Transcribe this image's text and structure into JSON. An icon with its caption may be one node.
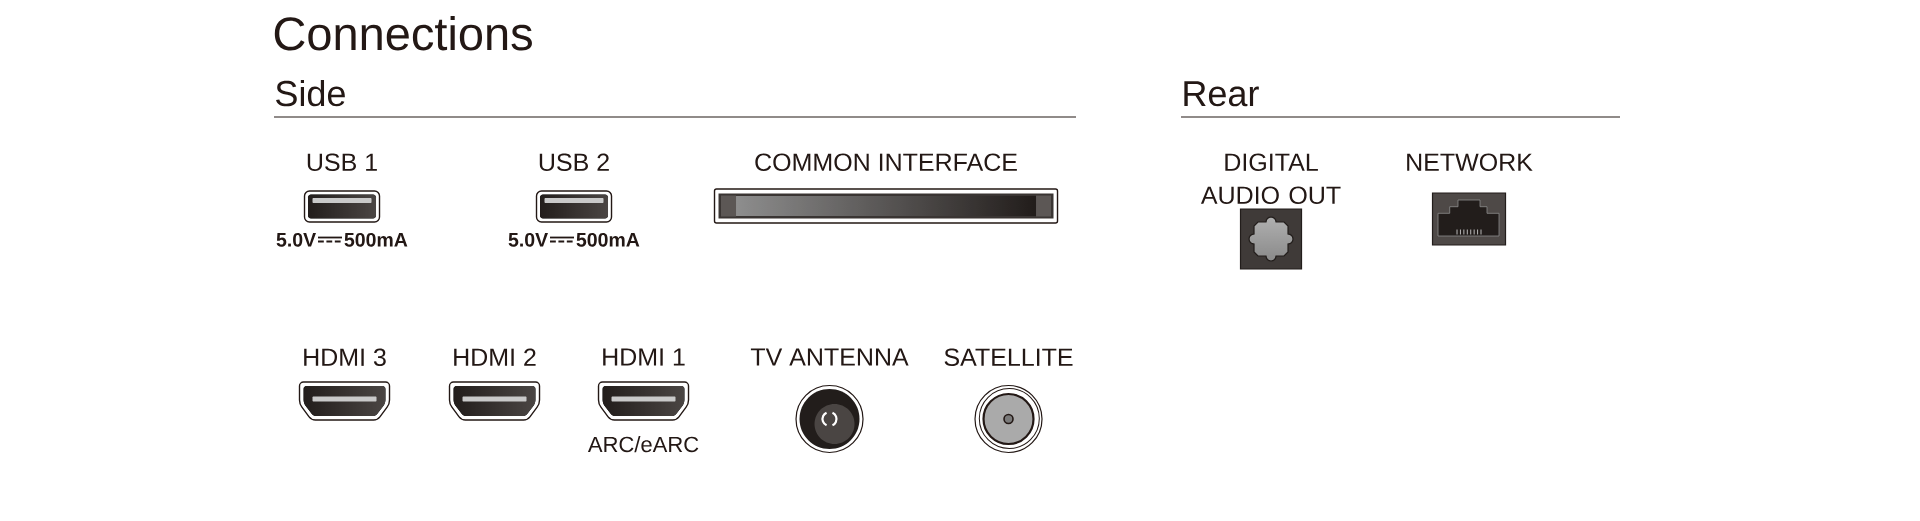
{
  "diagram": {
    "title": "Connections",
    "nodes": [
      {
        "text": [
          "USB 1"
        ],
        "beside": [
          "5.0V",
          "500mA"
        ]
      },
      {
        "text": [
          "USB 2"
        ],
        "beside": [
          "5.0V",
          "500mA"
        ]
      },
      {
        "text": [
          "COMMON INTERFACE"
        ]
      },
      {
        "text": [
          "DIGITAL AUDIO OUT"
        ]
      },
      {
        "text": [
          "NETWORK"
        ]
      },
      {
        "text": [
          "HDMI 3"
        ]
      },
      {
        "text": [
          "HDMI 2"
        ]
      },
      {
        "text": [
          "HDMI 1"
        ],
        "beside": [
          "ARC/eARC"
        ]
      },
      {
        "text": [
          "TV ANTENNA"
        ]
      },
      {
        "text": [
          "SATELLITE"
        ]
      }
    ],
    "labels": [
      "Side",
      "Rear"
    ]
  }
}
